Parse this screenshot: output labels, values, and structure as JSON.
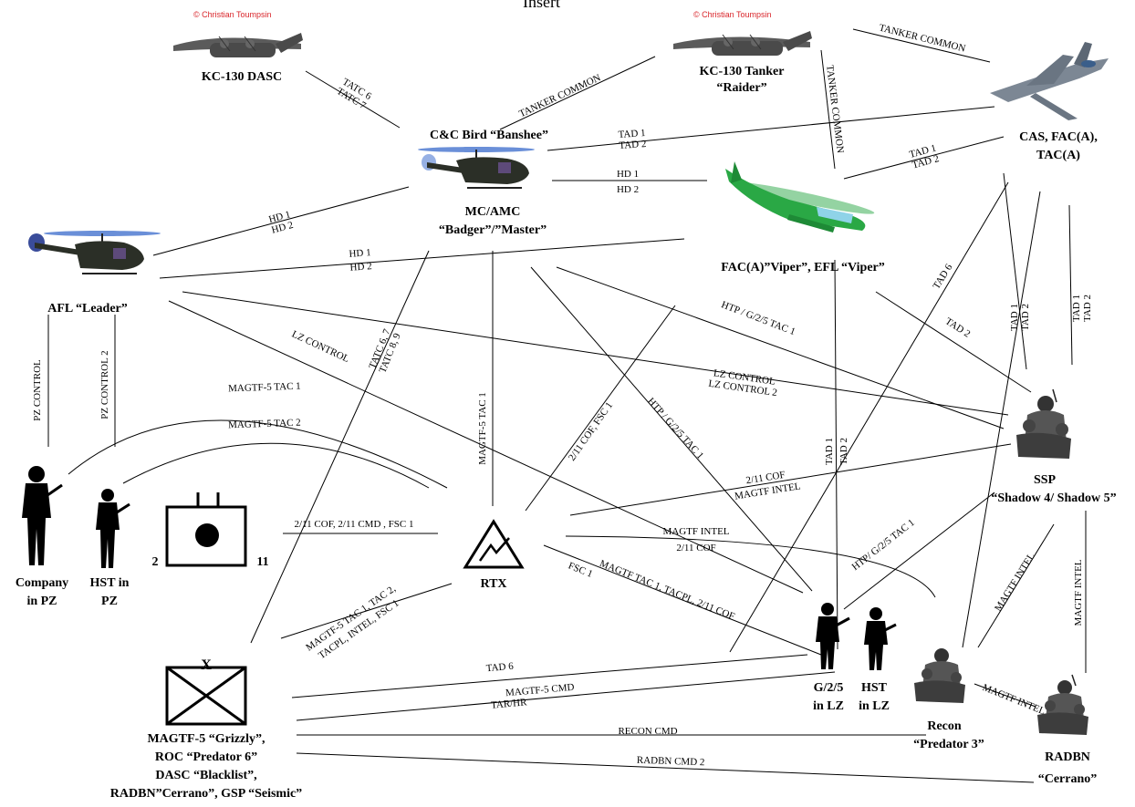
{
  "title": "Insert",
  "credit": "© Christian Toumpsin",
  "nodes": {
    "kc130_dasc": "KC-130 DASC",
    "kc130_tanker": [
      "KC-130 Tanker",
      "“Raider”"
    ],
    "cas": [
      "CAS, FAC(A),",
      "TAC(A)"
    ],
    "cc_bird": "C&C Bird “Banshee”",
    "mc_amc": [
      "MC/AMC",
      "“Badger”/”Master”"
    ],
    "fac_viper": "FAC(A)”Viper”, EFL “Viper”",
    "afl": "AFL “Leader”",
    "ssp": [
      "SSP",
      "“Shadow 4/ Shadow 5”"
    ],
    "company": [
      "Company",
      "in PZ"
    ],
    "hst_pz": [
      "HST in",
      "PZ"
    ],
    "rtx": "RTX",
    "g25": [
      "G/2/5",
      "in LZ"
    ],
    "hst_lz": [
      "HST",
      "in LZ"
    ],
    "recon": [
      "Recon",
      "“Predator 3”"
    ],
    "radbn": [
      "RADBN",
      "“Cerrano”"
    ],
    "magtf": [
      "MAGTF-5 “Grizzly”,",
      "ROC “Predator 6”",
      "DASC “Blacklist”,",
      "RADBN”Cerrano”, GSP “Seismic”"
    ],
    "unit_left": "2",
    "unit_right": "11",
    "magtf_x": "X"
  },
  "nets": {
    "tatc": [
      "TATC 6",
      "TATC 7"
    ],
    "tanker_common_1": "TANKER COMMON",
    "tanker_common_2": "TANKER COMMON",
    "tanker_common_3": "TANKER COMMON",
    "tad_cc": [
      "TAD 1",
      "TAD 2"
    ],
    "tad_viper_cas": [
      "TAD 1",
      "TAD 2"
    ],
    "hd_mc_viper": [
      "HD 1",
      "HD 2"
    ],
    "hd_afl_mc": [
      "HD 1",
      "HD 2"
    ],
    "hd_afl_viper": [
      "HD 1",
      "HD 2"
    ],
    "pz_control": "PZ CONTROL",
    "pz_control_2": "PZ CONTROL 2",
    "lz_control": "LZ CONTROL",
    "lz_control_ssp": [
      "LZ CONTROL",
      "LZ CONTROL 2"
    ],
    "tatc_mc": [
      "TATC 6, 7",
      "TATC 8, 9"
    ],
    "magtf_tac1_v": "MAGTF-5 TAC 1",
    "magtf_tac1_arc": "MAGTF-5 TAC 1",
    "magtf_tac2_arc": "MAGTF-5 TAC 2",
    "htp_ssp": "HTP / G/2/5 TAC 1",
    "htp_g25": "HTP / G/2/5 TAC 1",
    "htp_lz": "HTP/ G/2/5 TAC 1",
    "cof_fsc": "2/11 COF, FSC 1",
    "tad_v": [
      "TAD 1",
      "TAD 2"
    ],
    "tad6_cas": "TAD 6",
    "tad2_ssp": "TAD 2",
    "tad_ssp_v": [
      "TAD 1",
      "TAD 2"
    ],
    "tad_radbn_v": [
      "TAD 1",
      "TAD 2"
    ],
    "cof_intel": [
      "2/11 COF",
      "MAGTF INTEL"
    ],
    "unit_rtx": "2/11 COF, 2/11 CMD , FSC 1",
    "intel_cof": [
      "MAGTF INTEL",
      "2/11 COF"
    ],
    "rtx_g25": "MAGTF TAC 1, TACPL, 2/11 COF",
    "fsc1": "FSC 1",
    "magtf_rtx": [
      "MAGTF-5 TAC 1, TAC 2,",
      "TACPL, INTEL, FSC 1"
    ],
    "tad6_magtf": "TAD 6",
    "magtf_cmd": "MAGTF-5 CMD",
    "tar_hr": "TAR/HR",
    "recon_cmd": "RECON CMD",
    "radbn_cmd": "RADBN CMD 2",
    "magtf_intel_recon": "MAGTF INTEL",
    "magtf_intel_v": "MAGTF INTEL",
    "magtf_intel_radbn": "MAGTF INTEL"
  },
  "colors": {
    "line": "#000000",
    "credit": "#d9262b",
    "viper": "#2aa845",
    "aircraft": "#555555",
    "rotor": "#6a8fd8"
  }
}
